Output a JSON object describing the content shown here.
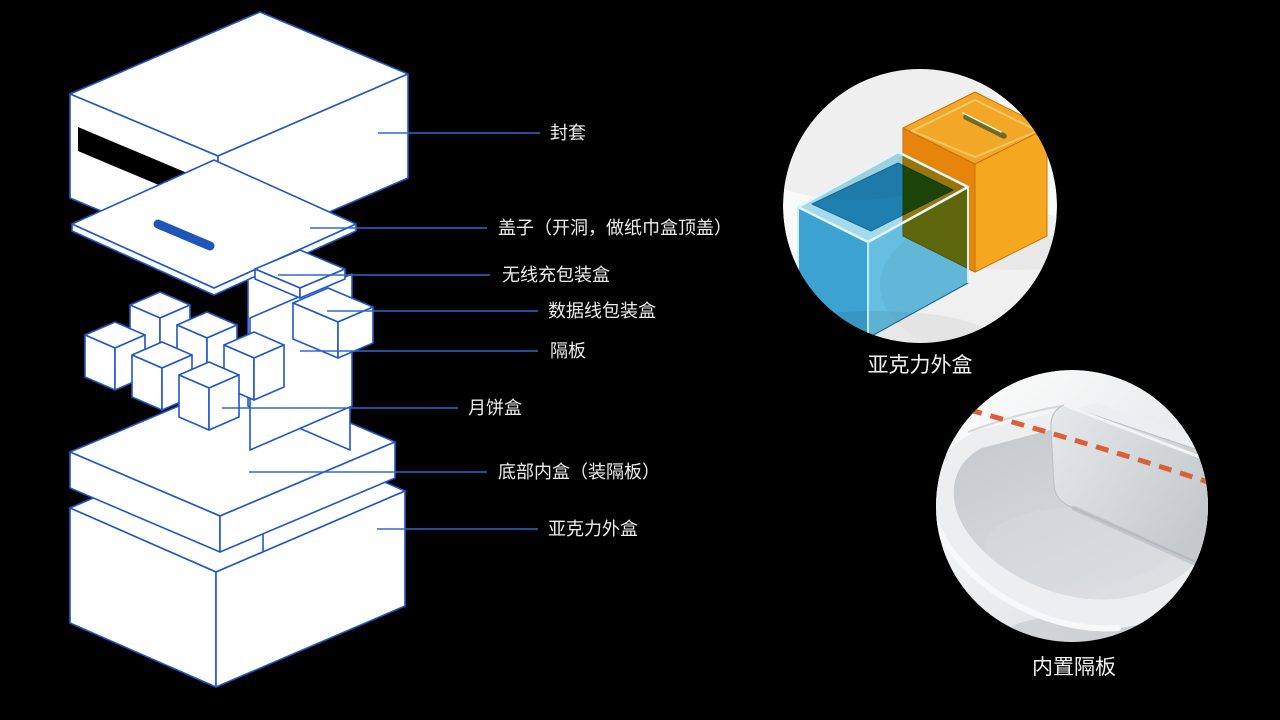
{
  "diagram": {
    "labels": [
      {
        "text": "封套"
      },
      {
        "text": "盖子（开洞，做纸巾盒顶盖）"
      },
      {
        "text": "无线充包装盒"
      },
      {
        "text": "数据线包装盒"
      },
      {
        "text": "隔板"
      },
      {
        "text": "月饼盒"
      },
      {
        "text": "底部内盒（装隔板）"
      },
      {
        "text": "亚克力外盒"
      }
    ]
  },
  "photos": {
    "acrylic_box_caption": "亚克力外盒",
    "divider_caption": "内置隔板"
  },
  "colors": {
    "background": "#000000",
    "diagram_line": "#2057c8",
    "leader_line": "#2e68cf",
    "label_text": "#ededed",
    "lid_slot_blue": "#1d55b8",
    "dashed_line_orange": "#dc5f3a",
    "acrylic_blue": "#2d9dd3",
    "acrylic_orange": "#f09513",
    "tray_gray": "#d5d8db"
  }
}
